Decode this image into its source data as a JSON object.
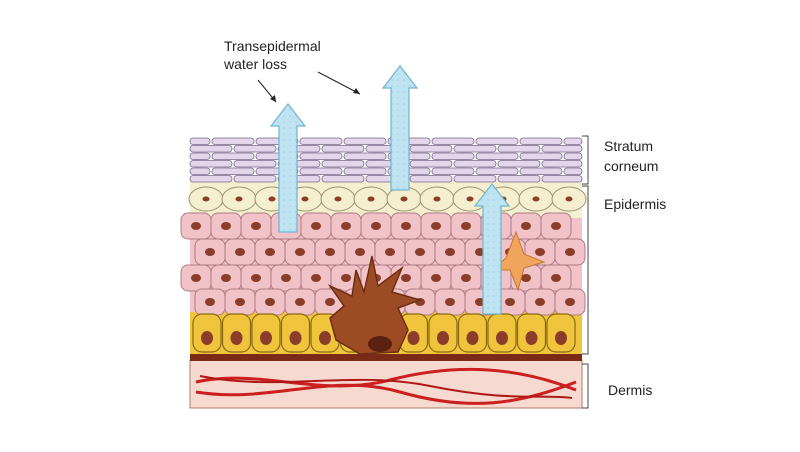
{
  "labels": {
    "transepidermal_line1": "Transepidermal",
    "transepidermal_line2": "water loss",
    "stratum_line1": "Stratum",
    "stratum_line2": "corneum",
    "epidermis": "Epidermis",
    "dermis": "Dermis"
  },
  "colors": {
    "corneum_fill": "#e4d6ea",
    "corneum_stroke": "#7a6a8a",
    "granular_fill": "#f3efcf",
    "spinous_fill": "#f1c2c8",
    "basal_fill": "#f0c43c",
    "nucleus": "#8a3e2a",
    "melanocyte": "#9c4b24",
    "dermis_fill": "#f6d9cf",
    "vessel": "#cc1f1f",
    "arrow_fill": "#bfe3f1",
    "arrow_stroke": "#6fb6d2"
  },
  "icons": [
    "water-loss-arrow-icon"
  ]
}
